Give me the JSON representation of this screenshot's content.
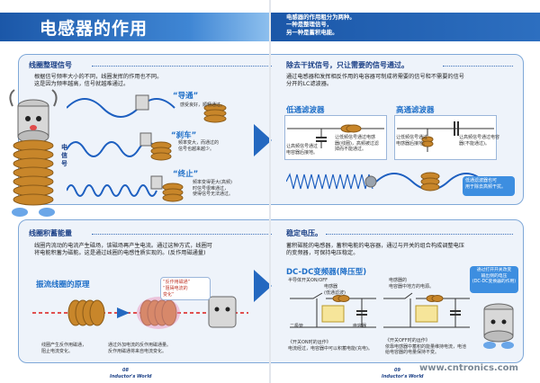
{
  "header": {
    "title": "电感器的作用",
    "intro": [
      "电感器的作用粗分为两种。",
      "一种是整理信号，",
      "另一种是蓄积电能。"
    ]
  },
  "sec1": {
    "left_heading": "线圈整理信号",
    "right_heading": "除去干扰信号，只让需要的信号通过。",
    "left_text": [
      "根据信号频率大小的不同，线圈发挥的作用也不同。",
      "这是因为频率越高，信号就越难通过。"
    ],
    "signal_label": [
      "电",
      "信",
      "号"
    ],
    "states": [
      {
        "label": "“导通”",
        "desc": "感受良好，顺畅通过。"
      },
      {
        "label": "“刹车”",
        "desc": [
          "频率变大，而通过的",
          "信号也越来越少。"
        ]
      },
      {
        "label": "“终止”",
        "desc": [
          "频率变得更大(高频)",
          "时信号很难通过，",
          "使得信号无法通过。"
        ]
      }
    ],
    "right_text": [
      "通过电感器和发挥相反作用的电容器可制成将需要的信号和不需要的信号",
      "分开的LC滤波器。"
    ],
    "lowpass": {
      "title": "低通滤波器",
      "desc1": [
        "让高频信号通过",
        "电容器后接地。"
      ],
      "desc2": [
        "让低频信号通过电感",
        "器(线圈)，高频被过滤",
        "掉而不能通过。"
      ]
    },
    "highpass": {
      "title": "高通滤波器",
      "desc1": [
        "让低频信号通过",
        "电感器后接地。"
      ],
      "desc2": [
        "让高频信号通过电容",
        "器(不能通过)。"
      ]
    },
    "callout": [
      "低通滤波器也可",
      "用于除去高频干扰。"
    ]
  },
  "sec2": {
    "left_heading": "线圈积蓄能量",
    "right_heading": "稳定电压。",
    "left_text": [
      "线圈内流动的电流产生磁场，该磁场再产生电流。通过这种方式，线圈可",
      "将电能积蓄为磁能。这是通过线圈的电感性质实现的。(反作用磁通量)"
    ],
    "right_text": [
      "蓄积磁能的电感器，蓄积电能的电容器，通过与开关的组合构成调整电压",
      "的变频器，可保持电压稳定。"
    ],
    "coil_title": "振流线圈的原理",
    "speech": [
      "“反作用磁通”",
      "“阻碍电流的",
      "变化”"
    ],
    "caption1": [
      "线圈产生反作用磁通，",
      "阻止电流变化。"
    ],
    "caption2": [
      "通过外加电流的反作用磁通量。",
      "反作用磁通将来自电流变化。"
    ],
    "dcdc_title": "DC-DC变频器(降压型)",
    "dcdc_sub": "半导体开关ON/OFF",
    "dcdc_labels": [
      "电感器",
      "(低通滤波)",
      "二极管",
      "电容器",
      "电感器的",
      "电容器中地方的电源。"
    ],
    "dcdc_captions": [
      [
        "《开关ON时的运作》",
        "电流经过，电容器中可以积蓄电能(充电)。"
      ],
      [
        "《开关OFF时的运作》",
        "依靠电感器中蓄积的能量维持电流，电池",
        "给电容器的电量保持不变。"
      ]
    ],
    "right_callout": [
      "通过打开开关改变",
      "输出侧的电压",
      "(DC-DC变换器的作用)"
    ]
  },
  "footer": {
    "page_left": "08",
    "brand": "Inductor's World",
    "page_right": "09",
    "watermark": "www.cntronics.com"
  }
}
